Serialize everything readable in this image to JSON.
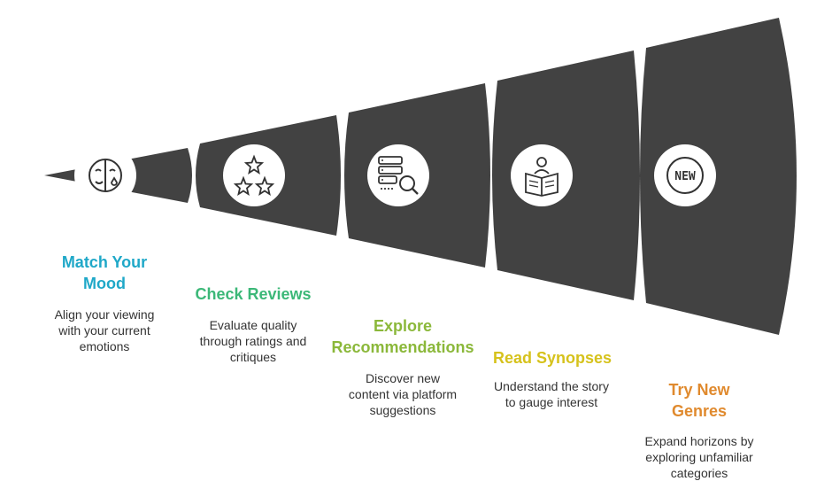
{
  "stages": [
    {
      "title": "Match Your\nMood",
      "description": "Align your viewing\nwith your current\nemotions",
      "color": "#1fa8c8",
      "icon": "mood-mask-icon"
    },
    {
      "title": "Check Reviews",
      "description": "Evaluate quality\nthrough ratings and\ncritiques",
      "color": "#3cb878",
      "icon": "stars-icon"
    },
    {
      "title": "Explore\nRecommendations",
      "description": "Discover new\ncontent via platform\nsuggestions",
      "color": "#8bb83a",
      "icon": "server-search-icon"
    },
    {
      "title": "Read Synopses",
      "description": "Understand the story\nto gauge interest",
      "color": "#d6c21c",
      "icon": "reader-book-icon"
    },
    {
      "title": "Try New\nGenres",
      "description": "Expand horizons by\nexploring unfamiliar\ncategories",
      "color": "#e08a2e",
      "icon": "new-badge-icon"
    }
  ],
  "new_badge_text": "NEW",
  "funnel_color": "#424242"
}
